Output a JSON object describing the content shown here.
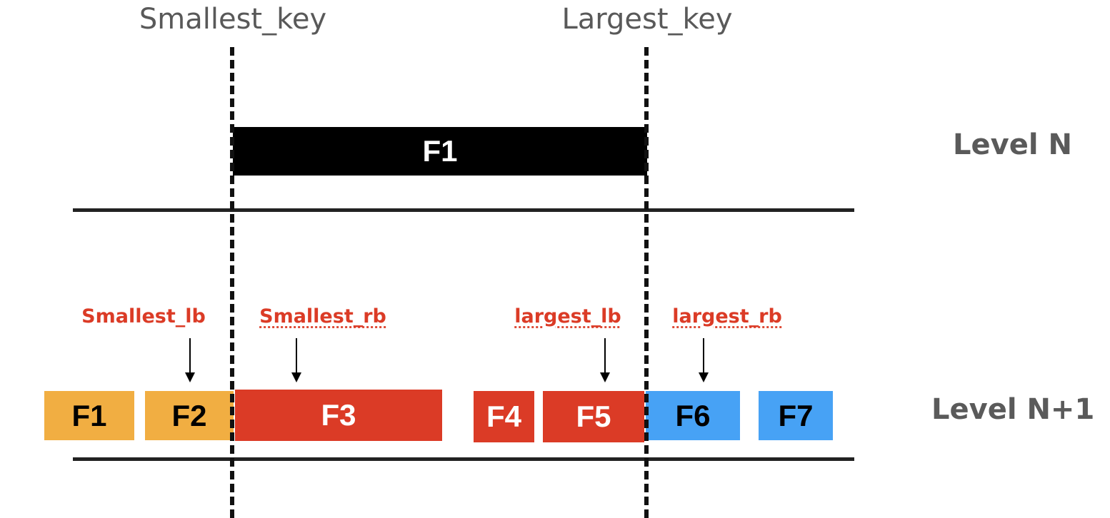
{
  "keys": {
    "smallest": "Smallest_key",
    "largest": "Largest_key"
  },
  "levels": {
    "upper": "Level N",
    "lower": "Level N+1"
  },
  "level_n_files": [
    {
      "label": "F1",
      "color": "#000000"
    }
  ],
  "level_n1_files": [
    {
      "label": "F1",
      "color": "#f1ae42"
    },
    {
      "label": "F2",
      "color": "#f1ae42"
    },
    {
      "label": "F3",
      "color": "#db3b26"
    },
    {
      "label": "F4",
      "color": "#db3b26"
    },
    {
      "label": "F5",
      "color": "#db3b26"
    },
    {
      "label": "F6",
      "color": "#47a2f5"
    },
    {
      "label": "F7",
      "color": "#47a2f5"
    }
  ],
  "bounds": {
    "smallest_lb": "Smallest_lb",
    "smallest_rb": "Smallest_rb",
    "largest_lb": "largest_lb",
    "largest_rb": "largest_rb"
  }
}
